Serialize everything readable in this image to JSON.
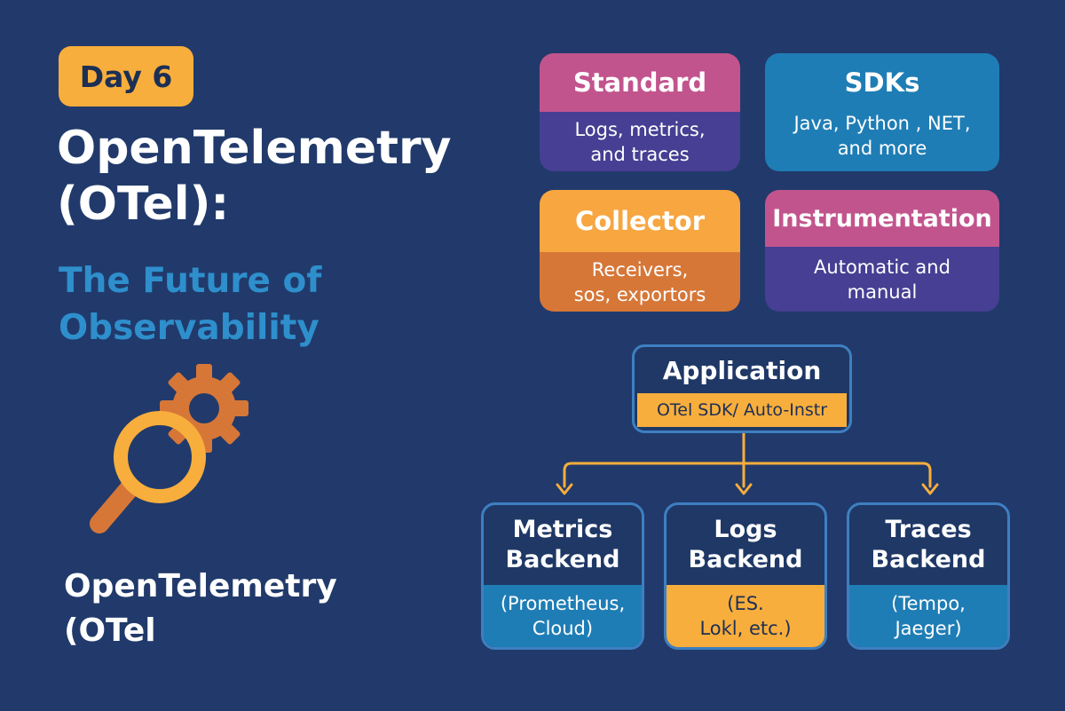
{
  "header": {
    "day_badge": "Day 6",
    "title_line1": "OpenTelemetry",
    "title_line2": "(OTel):",
    "subtitle_line1": "The Future of",
    "subtitle_line2": "Observability"
  },
  "footer": {
    "title_line1": "OpenTelemetry",
    "title_line2": "(OTel"
  },
  "cards": {
    "standard": {
      "title": "Standard",
      "line1": "Logs, metrics,",
      "line2": "and traces"
    },
    "sdks": {
      "title": "SDKs",
      "line1": "Java, Python , NET,",
      "line2": "and more"
    },
    "collector": {
      "title": "Collector",
      "line1": "Receivers,",
      "line2": "sos, exportors"
    },
    "instrumentation": {
      "title": "Instrumentation",
      "line1": "Automatic and",
      "line2": "manual"
    }
  },
  "flow": {
    "application": {
      "title": "Application",
      "sdk_label": "OTel SDK/ Auto-Instr"
    },
    "backends": [
      {
        "title_line1": "Metrics",
        "title_line2": "Backend",
        "detail_line1": "(Prometheus,",
        "detail_line2": "Cloud)"
      },
      {
        "title_line1": "Logs",
        "title_line2": "Backend",
        "detail_line1": "(ES.",
        "detail_line2": "Lokl, etc.)"
      },
      {
        "title_line1": "Traces",
        "title_line2": "Backend",
        "detail_line1": "(Tempo,",
        "detail_line2": "Jaeger)"
      }
    ]
  },
  "icons": {
    "logo": "magnifier-gear-icon"
  },
  "colors": {
    "background": "#213a6b",
    "accent_orange": "#f8ae3c",
    "accent_blue": "#1f7db5",
    "accent_pink": "#c2548d",
    "accent_purple": "#463f93",
    "accent_dark_orange": "#d67738",
    "subtitle_blue": "#2e8fcc"
  }
}
